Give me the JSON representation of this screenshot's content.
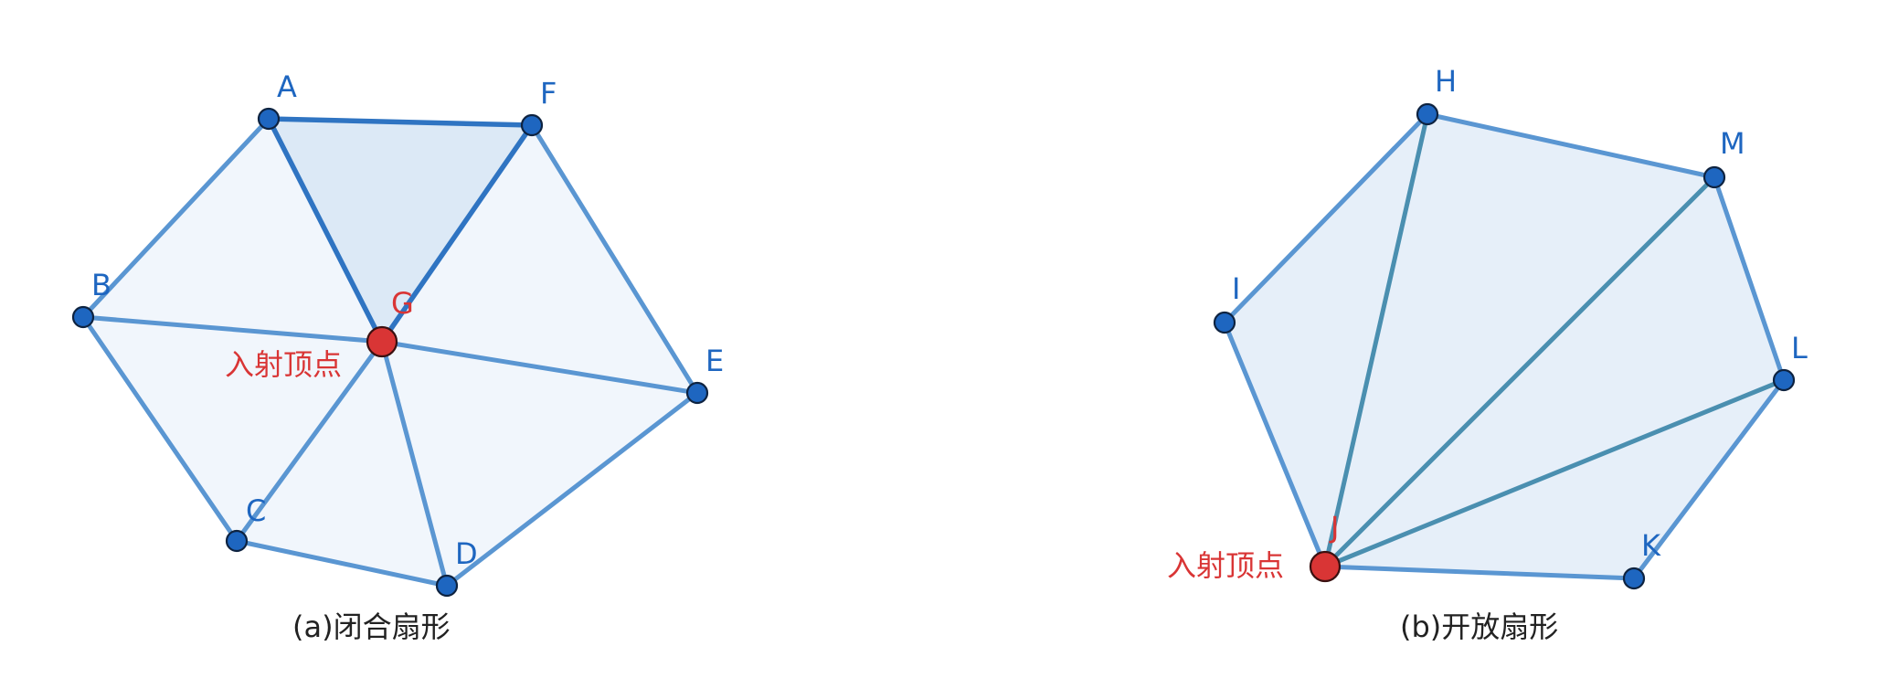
{
  "colors": {
    "edge": "#5a96d2",
    "edge_strong": "#2f74c2",
    "edge_spoke_open": "#4a8fb0",
    "fill_light": "#f1f6fc",
    "fill_highlight": "#dce9f6",
    "fill_open": "#e6eff9",
    "vertex": "#1e66c0",
    "center_vertex": "#d93535",
    "caption_text": "#222222"
  },
  "diagram_a": {
    "caption": "(a)闭合扇形",
    "center_note": "入射顶点",
    "vertices": {
      "A": "A",
      "F": "F",
      "B": "B",
      "G": "G",
      "E": "E",
      "C": "C",
      "D": "D"
    }
  },
  "diagram_b": {
    "caption": "(b)开放扇形",
    "center_note": "入射顶点",
    "vertices": {
      "H": "H",
      "M": "M",
      "I": "I",
      "L": "L",
      "J": "J",
      "K": "K"
    }
  }
}
